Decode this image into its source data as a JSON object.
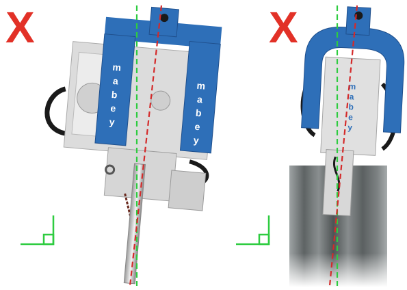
{
  "panels": [
    {
      "id": "left",
      "mark": "X",
      "brand_letters": [
        "m",
        "a",
        "b",
        "e",
        "y"
      ]
    },
    {
      "id": "right",
      "mark": "X",
      "brand_letters": [
        "m",
        "a",
        "b",
        "e",
        "y"
      ]
    }
  ],
  "colors": {
    "mark_red": "#e23127",
    "bracket_blue": "#2e6fb8",
    "bracket_dark": "#1f4f8c",
    "reference_line_green": "#2ecc40",
    "axis_line_red": "#d42a2a",
    "body_grey": "#dedede",
    "pile_grey": "#6f7475"
  },
  "icons": {
    "mark": "red-x-mark-icon",
    "square": "right-angle-square-icon"
  }
}
